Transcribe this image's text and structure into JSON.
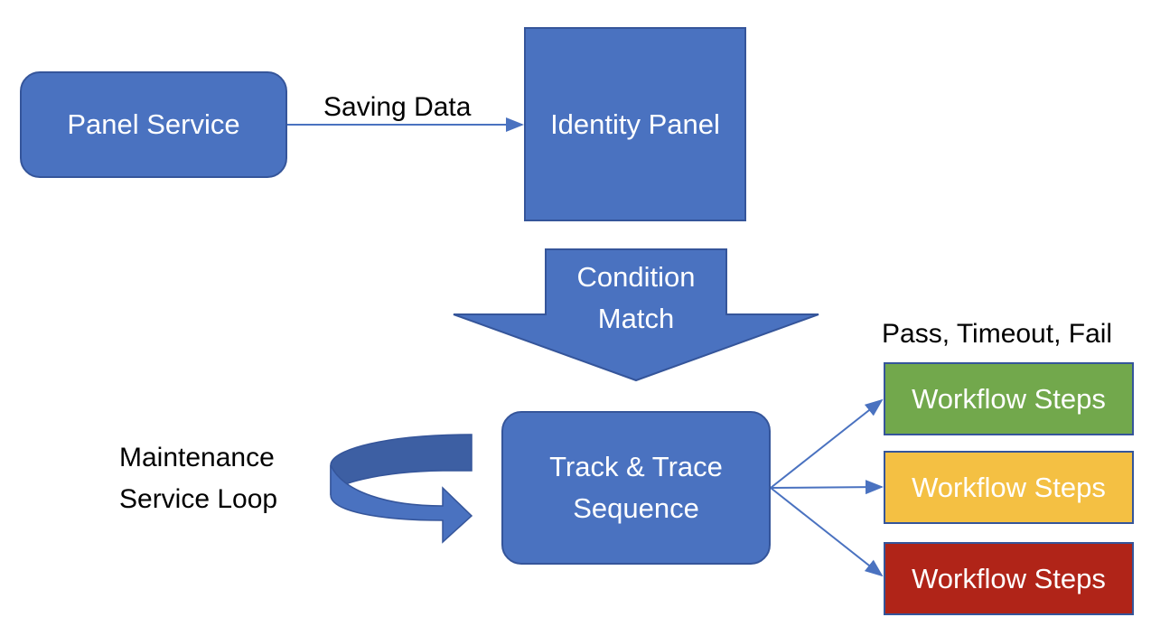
{
  "nodes": {
    "panel_service": "Panel Service",
    "identity_panel": "Identity Panel",
    "condition_match": [
      "Condition",
      "Match"
    ],
    "track_trace": [
      "Track & Trace",
      "Sequence"
    ],
    "workflow_pass": "Workflow Steps",
    "workflow_timeout": "Workflow Steps",
    "workflow_fail": "Workflow Steps"
  },
  "labels": {
    "saving_data": "Saving Data",
    "outcomes": "Pass, Timeout, Fail",
    "maintenance_loop": [
      "Maintenance",
      "Service Loop"
    ]
  },
  "colors": {
    "primary": "#4a72c0",
    "border": "#35559a",
    "pass": "#72a84c",
    "timeout": "#f4c043",
    "fail": "#b02418"
  }
}
